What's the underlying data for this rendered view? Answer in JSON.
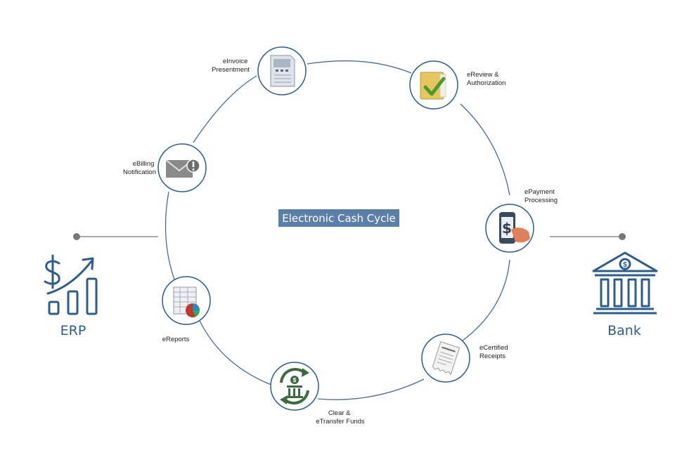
{
  "diagram": {
    "center_title": "Electronic Cash Cycle",
    "left_node": {
      "label": "ERP",
      "icon": "erp-growth-chart-icon"
    },
    "right_node": {
      "label": "Bank",
      "icon": "bank-building-icon"
    },
    "steps": [
      {
        "id": "einvoice",
        "label_lines": [
          "eInvoice",
          "Presentment"
        ],
        "icon": "invoice-document-icon"
      },
      {
        "id": "ereview",
        "label_lines": [
          "eReview &",
          "Authorization"
        ],
        "icon": "folder-checkmark-icon"
      },
      {
        "id": "epayment",
        "label_lines": [
          "ePayment",
          "Processing"
        ],
        "icon": "mobile-payment-icon"
      },
      {
        "id": "ecertified",
        "label_lines": [
          "eCertified",
          "Receipts"
        ],
        "icon": "receipt-icon"
      },
      {
        "id": "clear",
        "label_lines": [
          "Clear &",
          "eTransfer Funds"
        ],
        "icon": "bank-transfer-icon"
      },
      {
        "id": "ereports",
        "label_lines": [
          "eReports"
        ],
        "icon": "spreadsheet-pie-chart-icon"
      },
      {
        "id": "ebilling",
        "label_lines": [
          "eBilling",
          "Notification"
        ],
        "icon": "envelope-alert-icon"
      }
    ],
    "colors": {
      "ring": "#4a6d8f",
      "accent": "#2e5d8c",
      "title_box": "#5a7fa8",
      "connector": "#777777"
    }
  }
}
